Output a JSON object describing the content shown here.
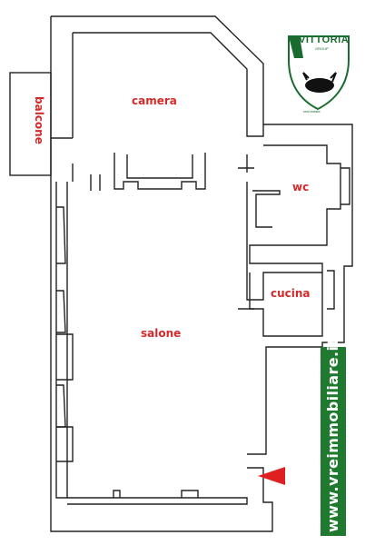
{
  "rooms": {
    "camera": "camera",
    "wc": "wc",
    "cucina": "cucina",
    "salone": "salone",
    "balcone": "balcone"
  },
  "logo": {
    "name": "VITTORIA",
    "subtitle": "GROUP",
    "tagline": "real estate"
  },
  "banner": {
    "website": "www.vreimmobiliare.it"
  },
  "colors": {
    "walls": "#222222",
    "labels": "#d42a2a",
    "brand_green": "#1f7a2f",
    "arrow": "#e02020"
  }
}
